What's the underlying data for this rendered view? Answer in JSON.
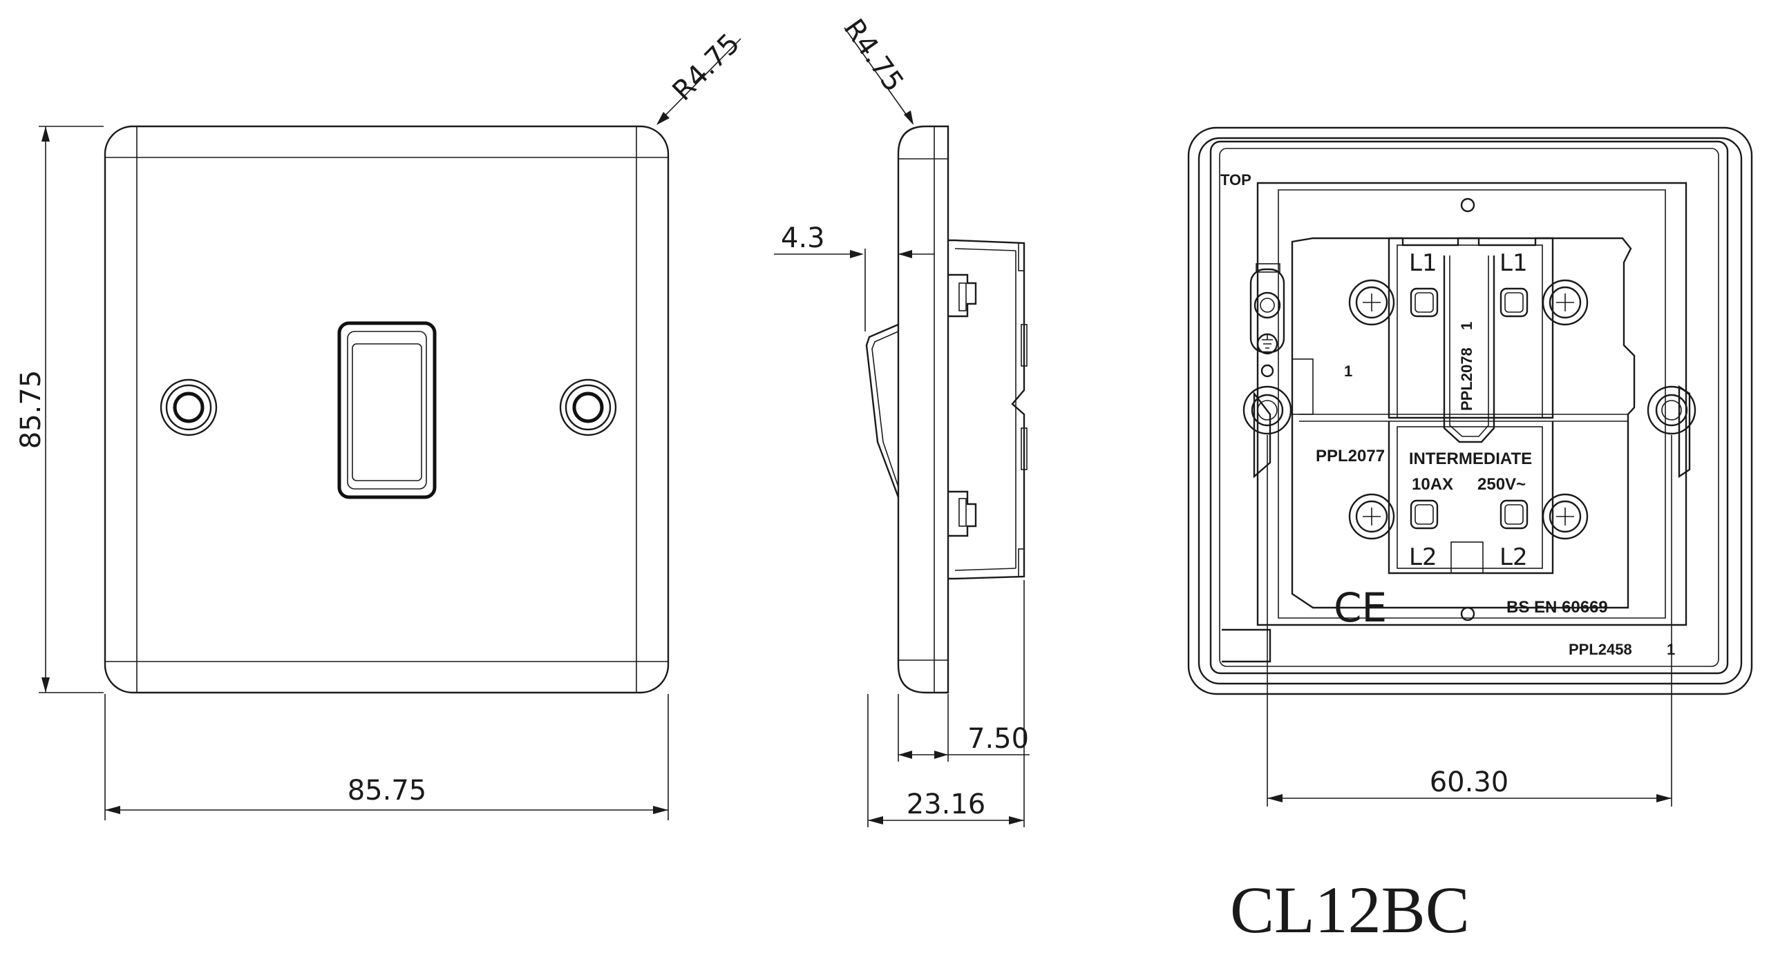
{
  "front_view": {
    "height_dim": "85.75",
    "width_dim": "85.75",
    "corner_radius": "R4.75"
  },
  "side_view": {
    "corner_radius": "R4.75",
    "rocker_dim": "4.3",
    "plate_dim": "7.50",
    "depth_dim": "23.16"
  },
  "rear_view": {
    "top_label": "TOP",
    "terminal_l1_left": "L1",
    "terminal_l1_right": "L1",
    "terminal_l2_left": "L2",
    "terminal_l2_right": "L2",
    "marker_one_left": "1",
    "part_center": "PPL2078",
    "part_center_suffix": "1",
    "part_left": "PPL2077",
    "rating_type": "INTERMEDIATE",
    "rating_current": "10AX",
    "rating_voltage": "250V~",
    "ce_mark": "CE",
    "standard": "BS  EN  60669",
    "part_bottom": "PPL2458",
    "part_bottom_suffix": "1",
    "hole_spacing_dim": "60.30"
  },
  "model_number": "CL12BC"
}
